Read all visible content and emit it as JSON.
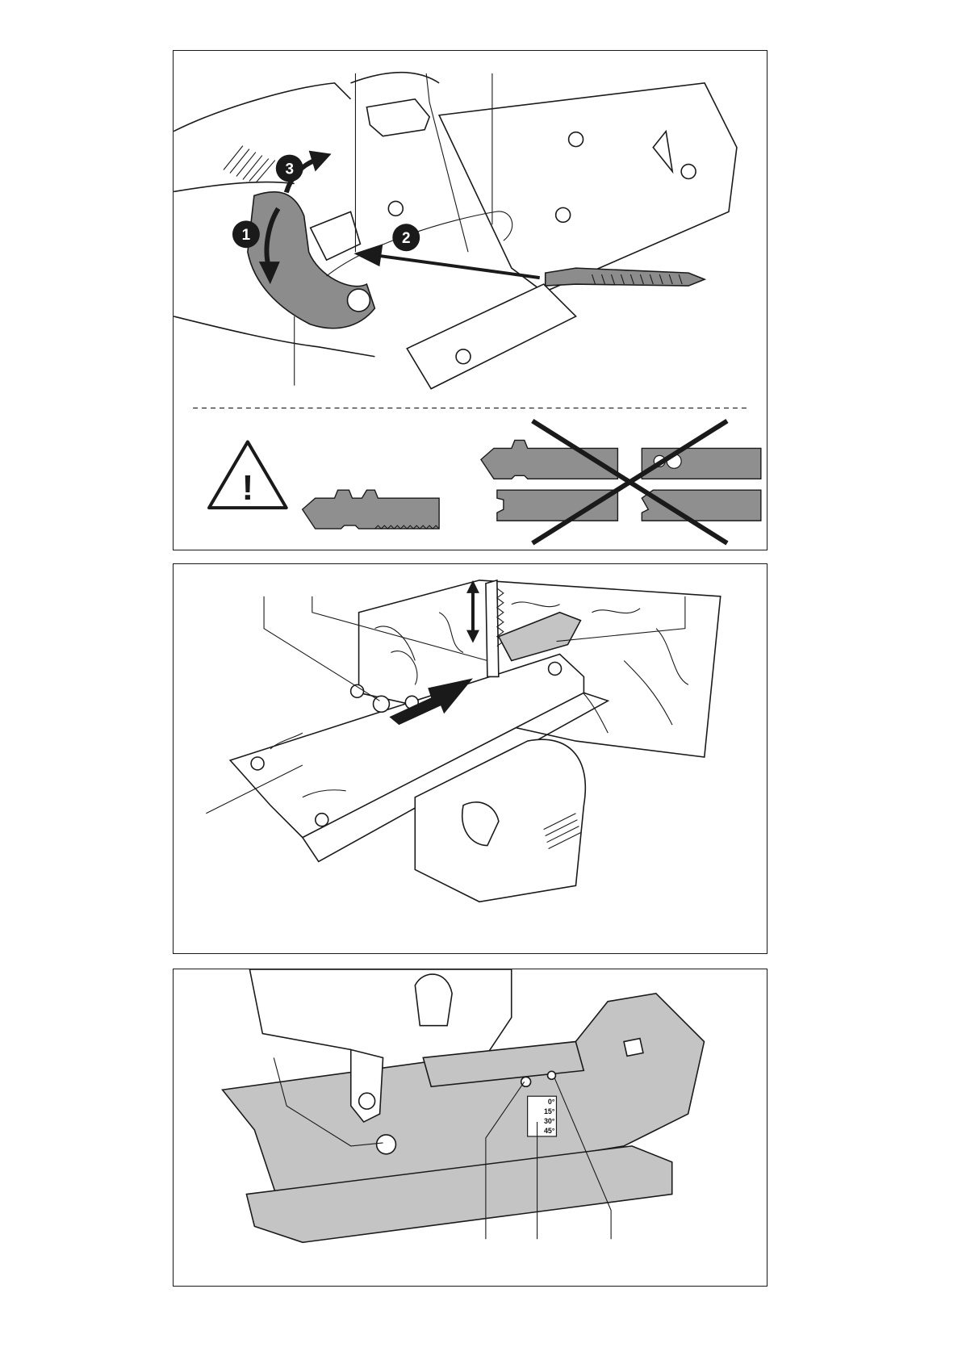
{
  "figures": [
    {
      "id": "blade-insertion",
      "steps": [
        "1",
        "2",
        "3"
      ],
      "warning_symbol": "!"
    },
    {
      "id": "plunge-cut"
    },
    {
      "id": "bevel-angle",
      "bevel_scale": [
        "0°",
        "15°",
        "30°",
        "45°"
      ]
    }
  ],
  "colors": {
    "line": "#1a1a1a",
    "shade_dark": "#8c8c8c",
    "shade_light": "#c4c4c4",
    "background": "#ffffff"
  }
}
